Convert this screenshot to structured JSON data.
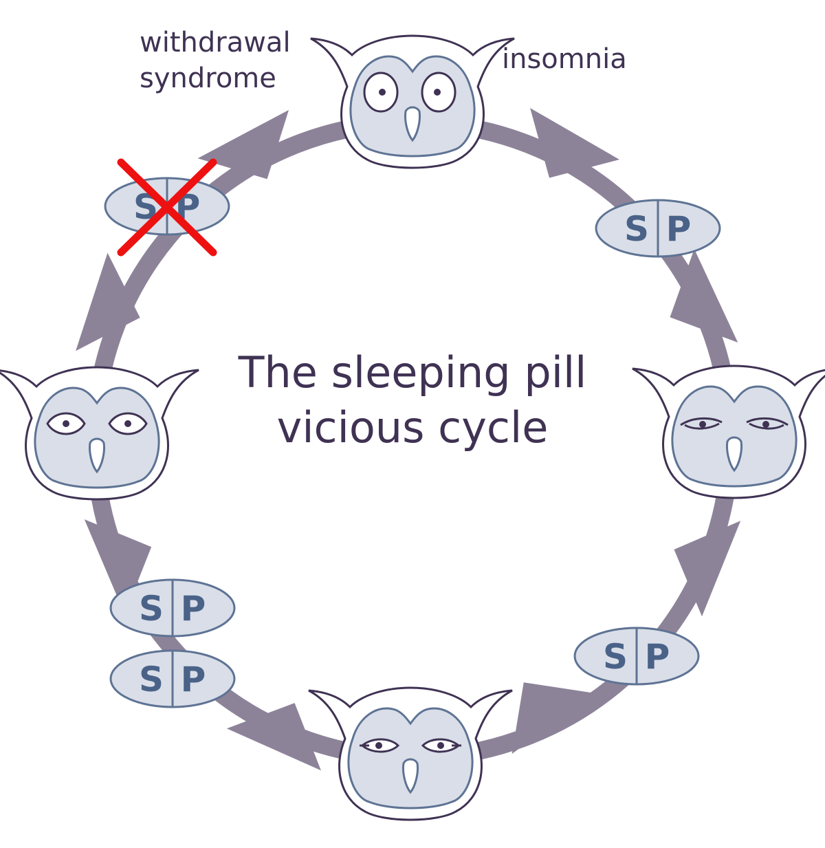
{
  "title": {
    "line1": "The sleeping pill",
    "line2": "vicious cycle"
  },
  "labels": {
    "withdrawal_line1": "withdrawal",
    "withdrawal_line2": "syndrome",
    "insomnia": "insomnia"
  },
  "pill": {
    "left": "S",
    "right": "P"
  },
  "colors": {
    "ring": "#8d8399",
    "text": "#3f3253",
    "owl_outline": "#3f3253",
    "owl_face": "#d9dee8",
    "owl_face_outline": "#5e7394",
    "pill_fill": "#d9dee8",
    "pill_outline": "#5e7394",
    "pill_text": "#4a6288",
    "cross": "#ee1111"
  },
  "owls": [
    {
      "id": "owl-top",
      "expression": "wide-awake"
    },
    {
      "id": "owl-right",
      "expression": "sleepy"
    },
    {
      "id": "owl-bottom",
      "expression": "half-asleep"
    },
    {
      "id": "owl-left",
      "expression": "awake"
    }
  ],
  "pills": [
    {
      "id": "pill-top-right",
      "crossed": false
    },
    {
      "id": "pill-bottom-right",
      "crossed": false
    },
    {
      "id": "pill-bottom-left-upper",
      "crossed": false
    },
    {
      "id": "pill-bottom-left-lower",
      "crossed": false
    },
    {
      "id": "pill-top-left",
      "crossed": true
    }
  ]
}
